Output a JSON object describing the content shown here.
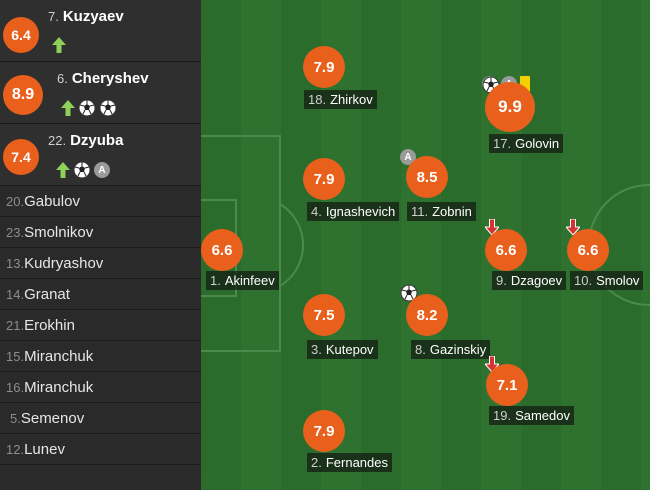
{
  "substitutes": [
    {
      "num": "7.",
      "name": "Kuzyaev",
      "rating": "6.4",
      "icons": [
        "sub-on-icon"
      ]
    },
    {
      "num": "6.",
      "name": "Cheryshev",
      "rating": "8.9",
      "icons": [
        "sub-on-icon",
        "goal-icon",
        "goal-icon"
      ]
    },
    {
      "num": "22.",
      "name": "Dzyuba",
      "rating": "7.4",
      "icons": [
        "sub-on-icon",
        "goal-icon",
        "assist-icon"
      ]
    }
  ],
  "bench": [
    {
      "num": "20.",
      "name": "Gabulov"
    },
    {
      "num": "23.",
      "name": "Smolnikov"
    },
    {
      "num": "13.",
      "name": "Kudryashov"
    },
    {
      "num": "14.",
      "name": "Granat"
    },
    {
      "num": "21.",
      "name": "Erokhin"
    },
    {
      "num": "15.",
      "name": "Miranchuk"
    },
    {
      "num": "16.",
      "name": "Miranchuk"
    },
    {
      "num": "5.",
      "name": "Semenov"
    },
    {
      "num": "12.",
      "name": "Lunev"
    }
  ],
  "players": {
    "zhirkov": {
      "num": "18.",
      "name": "Zhirkov",
      "rating": "7.9"
    },
    "golovin": {
      "num": "17.",
      "name": "Golovin",
      "rating": "9.9"
    },
    "ignashevich": {
      "num": "4.",
      "name": "Ignashevich",
      "rating": "7.9"
    },
    "zobnin": {
      "num": "11.",
      "name": "Zobnin",
      "rating": "8.5"
    },
    "akinfeev": {
      "num": "1.",
      "name": "Akinfeev",
      "rating": "6.6"
    },
    "dzagoev": {
      "num": "9.",
      "name": "Dzagoev",
      "rating": "6.6"
    },
    "smolov": {
      "num": "10.",
      "name": "Smolov",
      "rating": "6.6"
    },
    "kutepov": {
      "num": "3.",
      "name": "Kutepov",
      "rating": "7.5"
    },
    "gazinskiy": {
      "num": "8.",
      "name": "Gazinskiy",
      "rating": "8.2"
    },
    "samedov": {
      "num": "19.",
      "name": "Samedov",
      "rating": "7.1"
    },
    "fernandes": {
      "num": "2.",
      "name": "Fernandes",
      "rating": "7.9"
    }
  },
  "icon_labels": {
    "assist": "A"
  },
  "colors": {
    "rating": "#e8601c",
    "pitch_dark": "#2b6b2b",
    "pitch_light": "#2f722f",
    "sub_on": "#8ed05a",
    "sub_off": "#d33333",
    "yellow_card": "#f4d000"
  }
}
